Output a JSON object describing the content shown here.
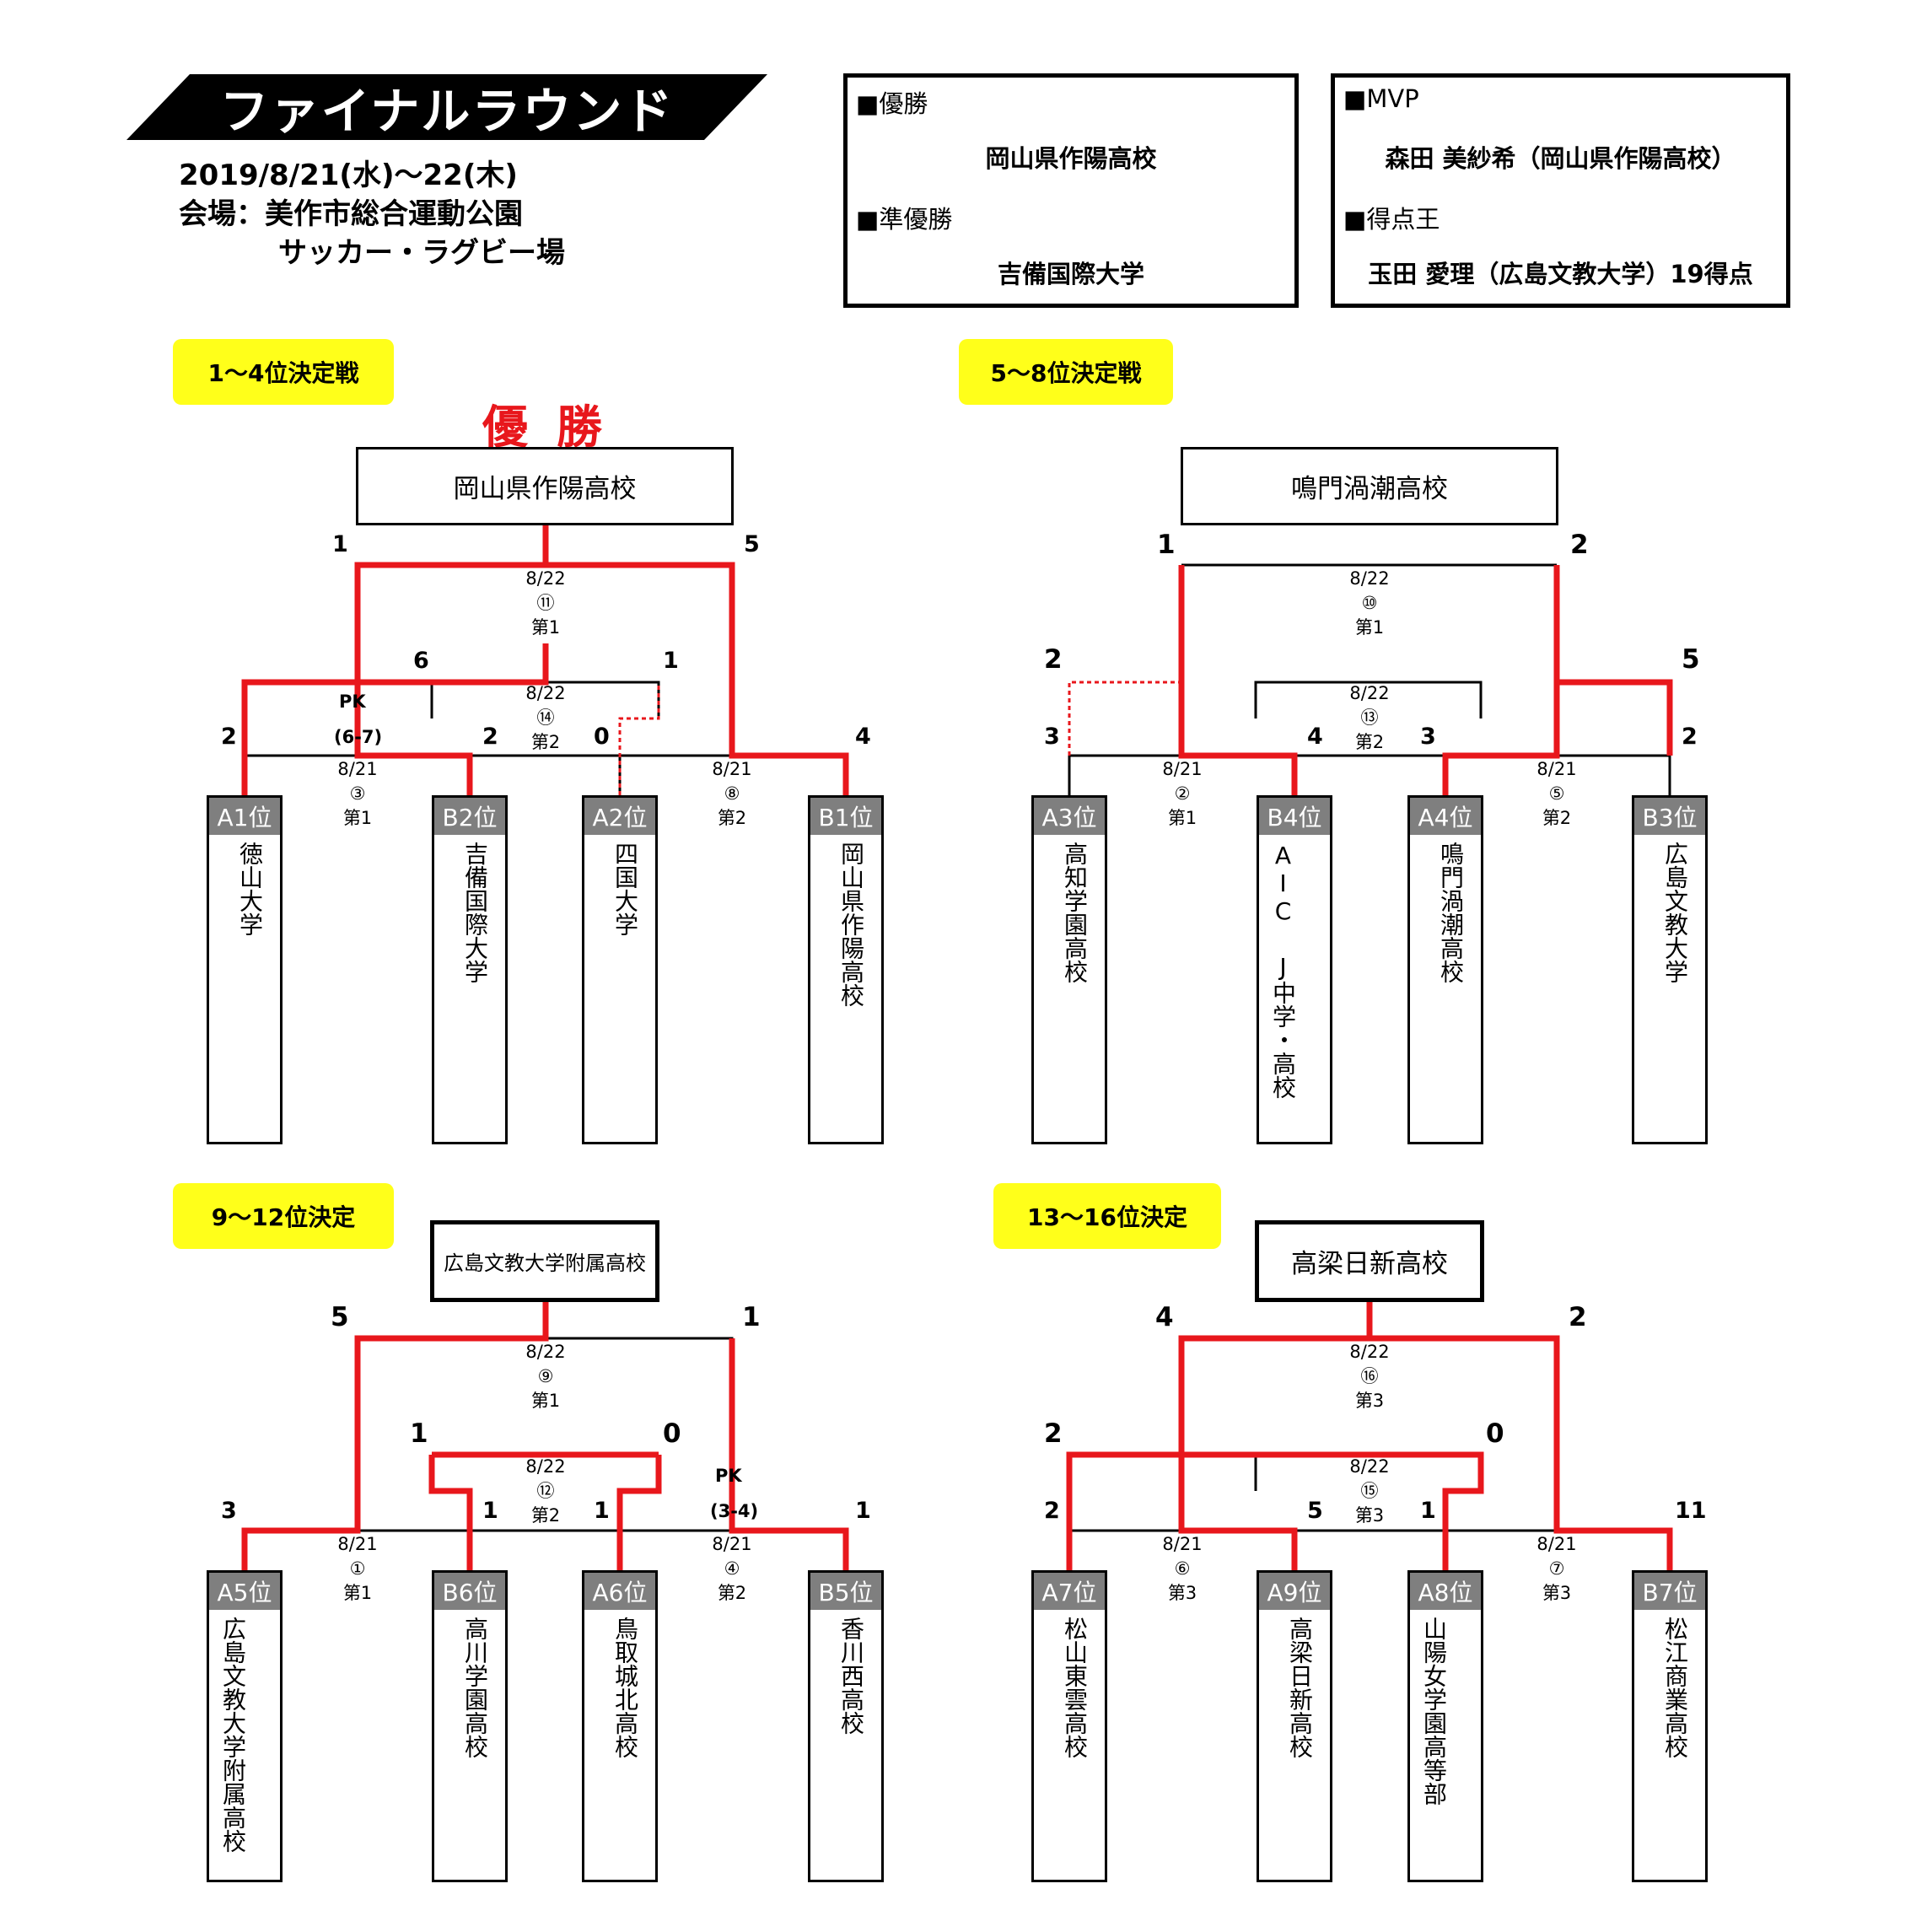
{
  "header": {
    "title": "ファイナルラウンド",
    "dates": "2019/8/21(水)～22(木)",
    "venue_line1": "会場：美作市総合運動公園",
    "venue_line2": "サッカー・ラグビー場"
  },
  "results": {
    "champion_label": "■優勝",
    "champion": "岡山県作陽高校",
    "runner_up_label": "■準優勝",
    "runner_up": "吉備国際大学"
  },
  "awards": {
    "mvp_label": "■MVP",
    "mvp": "森田 美紗希（岡山県作陽高校）",
    "top_scorer_label": "■得点王",
    "top_scorer": "玉田 愛理（広島文教大学）19得点"
  },
  "winner_word": "優勝",
  "brackets": [
    {
      "label": "1～4位決定戦",
      "champion": "岡山県作陽高校",
      "teams": [
        {
          "seed": "A1位",
          "name": "徳山大学"
        },
        {
          "seed": "B2位",
          "name": "吉備国際大学"
        },
        {
          "seed": "A2位",
          "name": "四国大学"
        },
        {
          "seed": "B1位",
          "name": "岡山県作陽高校"
        }
      ],
      "matches": [
        {
          "date": "8/21",
          "no": "③",
          "field": "第1",
          "score_left": "2",
          "score_right": "2",
          "pk": "PK",
          "pk_score": "(6-7)"
        },
        {
          "date": "8/21",
          "no": "⑧",
          "field": "第2",
          "score_left": "0",
          "score_right": "4"
        },
        {
          "date": "8/22",
          "no": "⑪",
          "field": "第1",
          "score_left": "1",
          "score_right": "5"
        },
        {
          "date": "8/22",
          "no": "⑭",
          "field": "第2",
          "score_left": "6",
          "score_right": "1"
        }
      ]
    },
    {
      "label": "5～8位決定戦",
      "champion": "鳴門渦潮高校",
      "teams": [
        {
          "seed": "A3位",
          "name": "高知学園高校"
        },
        {
          "seed": "B4位",
          "name": "AIC J中学・高校"
        },
        {
          "seed": "A4位",
          "name": "鳴門渦潮高校"
        },
        {
          "seed": "B3位",
          "name": "広島文教大学"
        }
      ],
      "matches": [
        {
          "date": "8/21",
          "no": "②",
          "field": "第1",
          "score_left": "3",
          "score_right": "4"
        },
        {
          "date": "8/21",
          "no": "⑤",
          "field": "第2",
          "score_left": "3",
          "score_right": "2"
        },
        {
          "date": "8/22",
          "no": "⑩",
          "field": "第1",
          "score_left": "1",
          "score_right": "2"
        },
        {
          "date": "8/22",
          "no": "⑬",
          "field": "第2",
          "score_left": "2",
          "score_right": "5"
        }
      ]
    },
    {
      "label": "9～12位決定",
      "champion": "広島文教大学附属高校",
      "teams": [
        {
          "seed": "A5位",
          "name": "広島文教大学附属高校"
        },
        {
          "seed": "B6位",
          "name": "高川学園高校"
        },
        {
          "seed": "A6位",
          "name": "鳥取城北高校"
        },
        {
          "seed": "B5位",
          "name": "香川西高校"
        }
      ],
      "matches": [
        {
          "date": "8/21",
          "no": "①",
          "field": "第1",
          "score_left": "3",
          "score_right": "1"
        },
        {
          "date": "8/21",
          "no": "④",
          "field": "第2",
          "score_left": "1",
          "score_right": "1",
          "pk": "PK",
          "pk_score": "(3-4)"
        },
        {
          "date": "8/22",
          "no": "⑨",
          "field": "第1",
          "score_left": "5",
          "score_right": "1"
        },
        {
          "date": "8/22",
          "no": "⑫",
          "field": "第2",
          "score_left": "1",
          "score_right": "0"
        }
      ]
    },
    {
      "label": "13～16位決定",
      "champion": "高梁日新高校",
      "teams": [
        {
          "seed": "A7位",
          "name": "松山東雲高校"
        },
        {
          "seed": "A9位",
          "name": "高梁日新高校"
        },
        {
          "seed": "A8位",
          "name": "山陽女学園高等部"
        },
        {
          "seed": "B7位",
          "name": "松江商業高校"
        }
      ],
      "matches": [
        {
          "date": "8/21",
          "no": "⑥",
          "field": "第3",
          "score_left": "2",
          "score_right": "5"
        },
        {
          "date": "8/21",
          "no": "⑦",
          "field": "第3",
          "score_left": "1",
          "score_right": "11"
        },
        {
          "date": "8/22",
          "no": "⑯",
          "field": "第3",
          "score_left": "4",
          "score_right": "2"
        },
        {
          "date": "8/22",
          "no": "⑮",
          "field": "第3",
          "score_left": "2",
          "score_right": "0"
        }
      ]
    }
  ],
  "colors": {
    "win_line": "#e8171c",
    "line": "#000000",
    "section_label": "#ffff1a",
    "seed_header": "#7f7f7f"
  }
}
